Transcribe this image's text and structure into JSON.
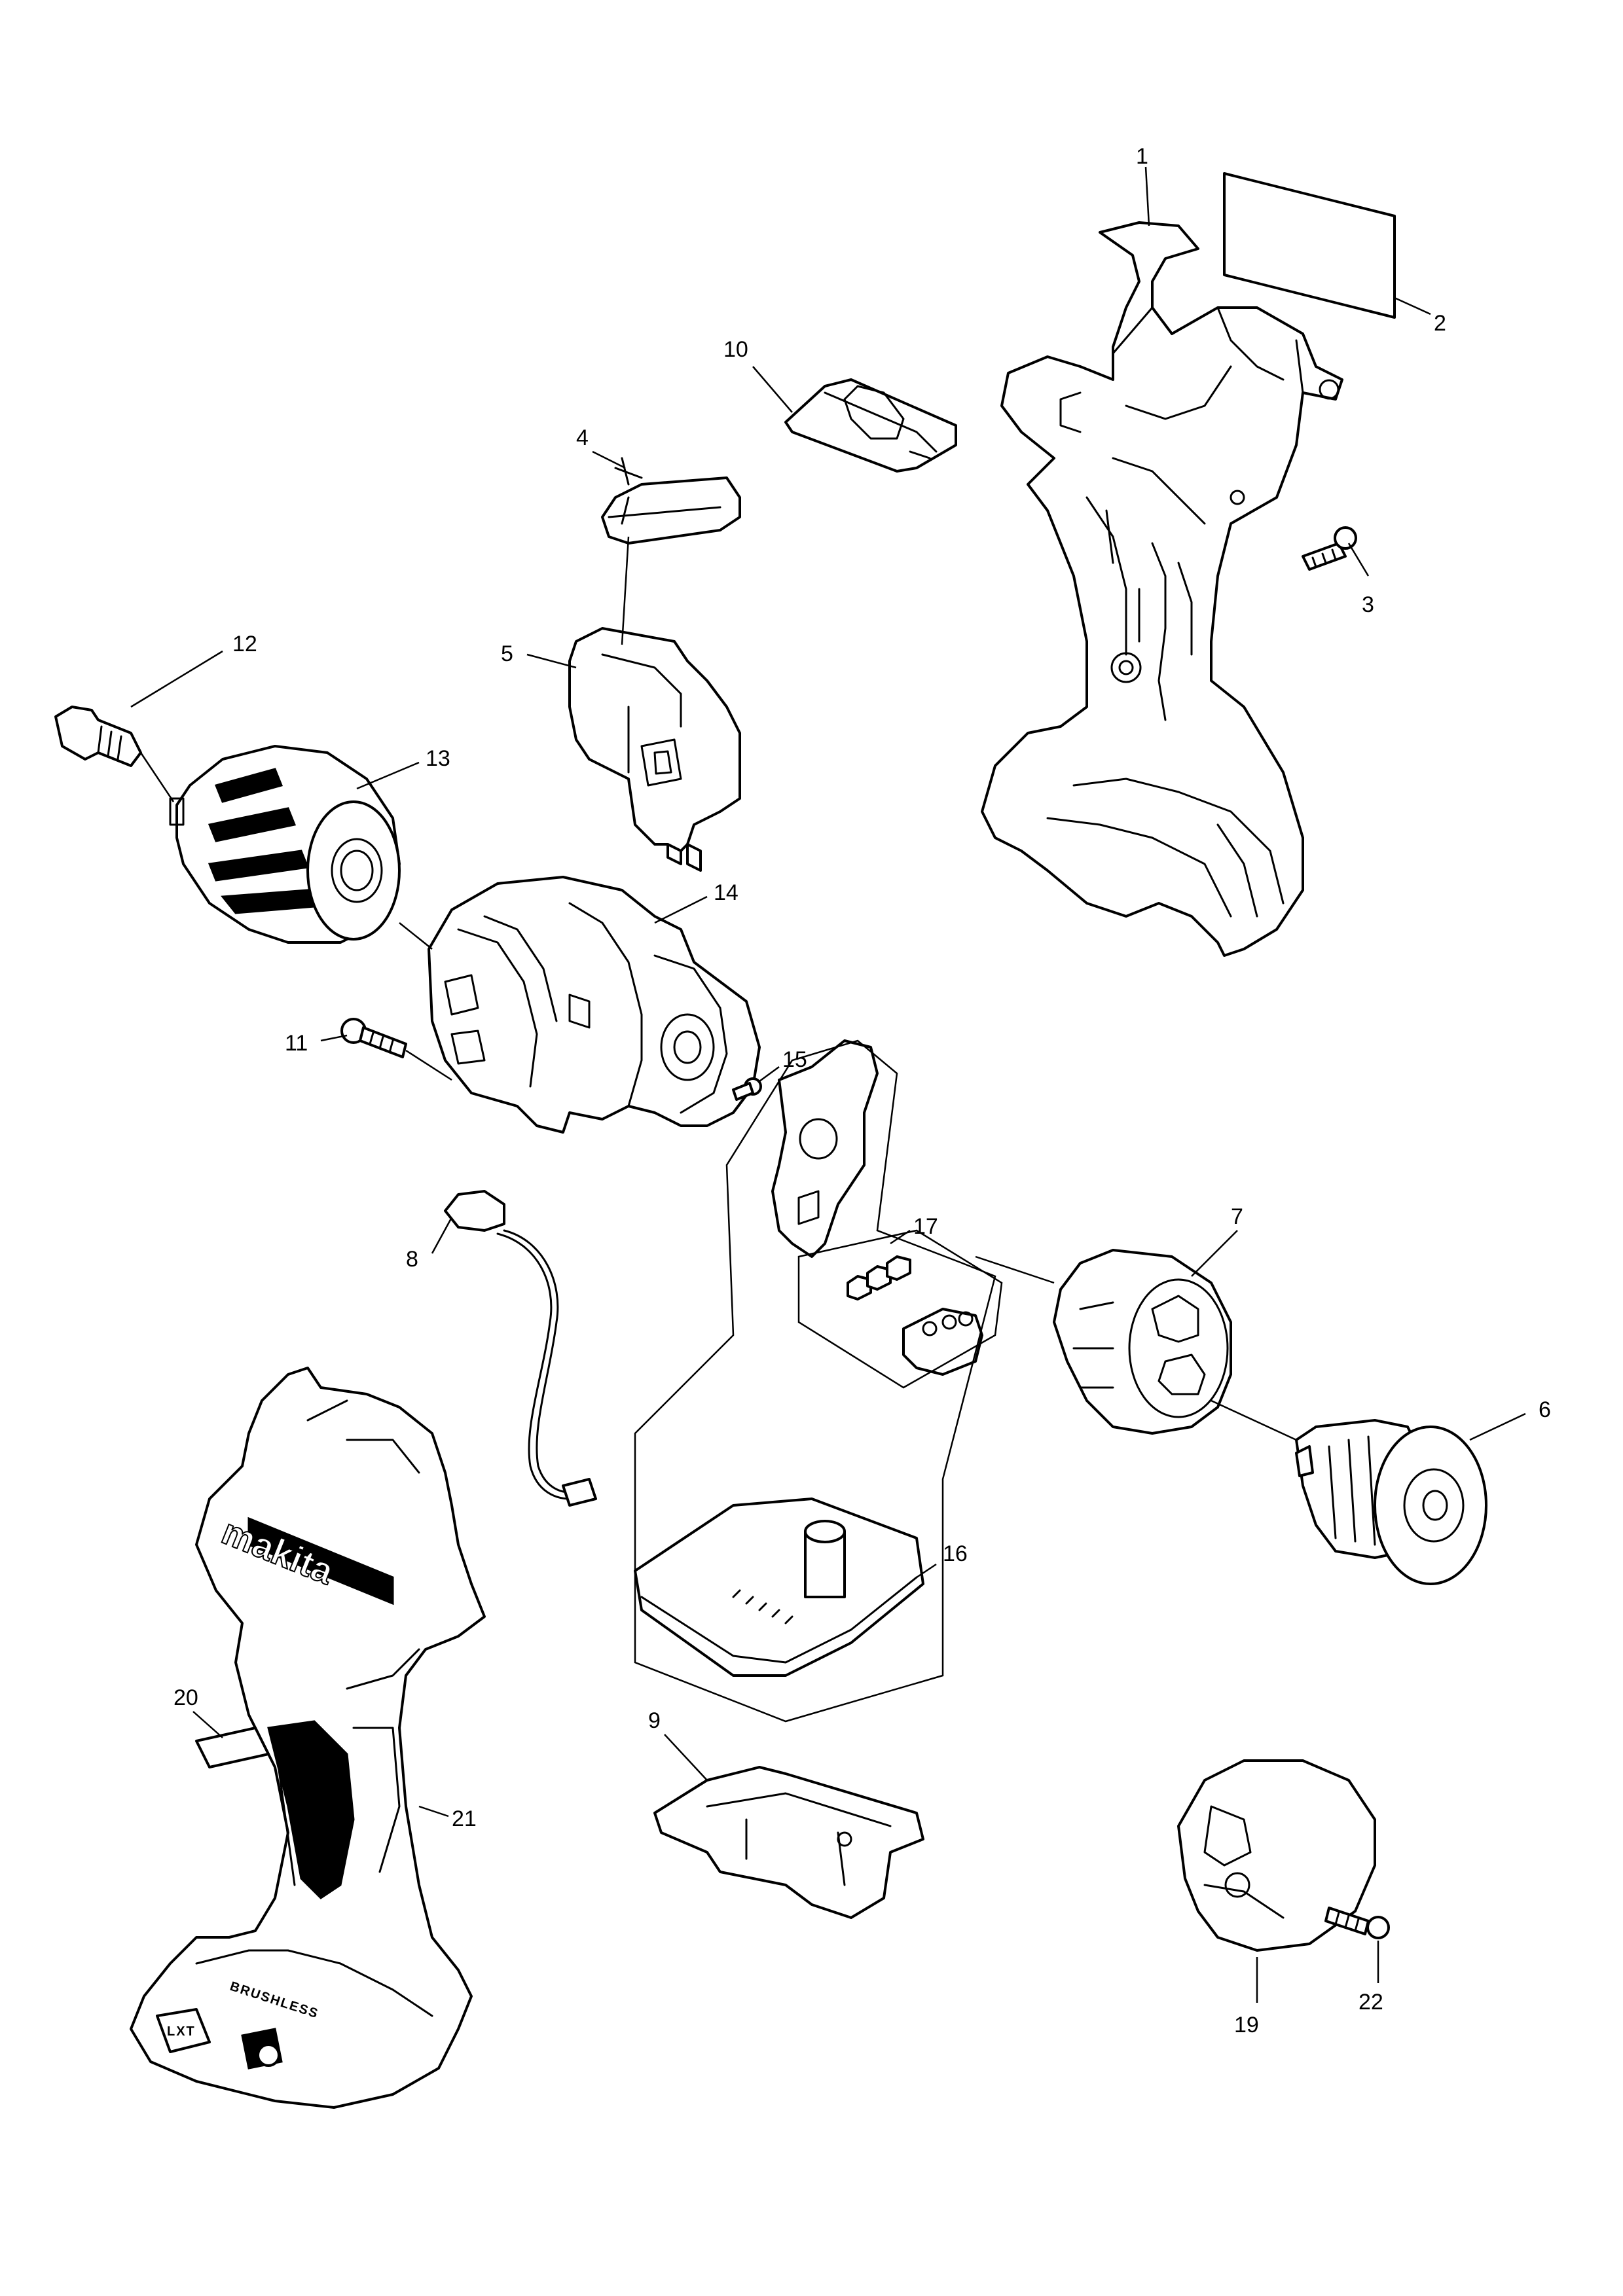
{
  "parts": [
    {
      "id": "1",
      "label": "1"
    },
    {
      "id": "2",
      "label": "2"
    },
    {
      "id": "3",
      "label": "3"
    },
    {
      "id": "4",
      "label": "4"
    },
    {
      "id": "5",
      "label": "5"
    },
    {
      "id": "6",
      "label": "6"
    },
    {
      "id": "7",
      "label": "7"
    },
    {
      "id": "8",
      "label": "8"
    },
    {
      "id": "9",
      "label": "9"
    },
    {
      "id": "10",
      "label": "10"
    },
    {
      "id": "11",
      "label": "11"
    },
    {
      "id": "12",
      "label": "12"
    },
    {
      "id": "13",
      "label": "13"
    },
    {
      "id": "14",
      "label": "14"
    },
    {
      "id": "15",
      "label": "15"
    },
    {
      "id": "16",
      "label": "16"
    },
    {
      "id": "17",
      "label": "17"
    },
    {
      "id": "19",
      "label": "19"
    },
    {
      "id": "20",
      "label": "20"
    },
    {
      "id": "21",
      "label": "21"
    },
    {
      "id": "22",
      "label": "22"
    }
  ],
  "housing_markings": {
    "brand": "makita",
    "motor_type": "BRUSHLESS",
    "battery_badge": "LXT"
  }
}
